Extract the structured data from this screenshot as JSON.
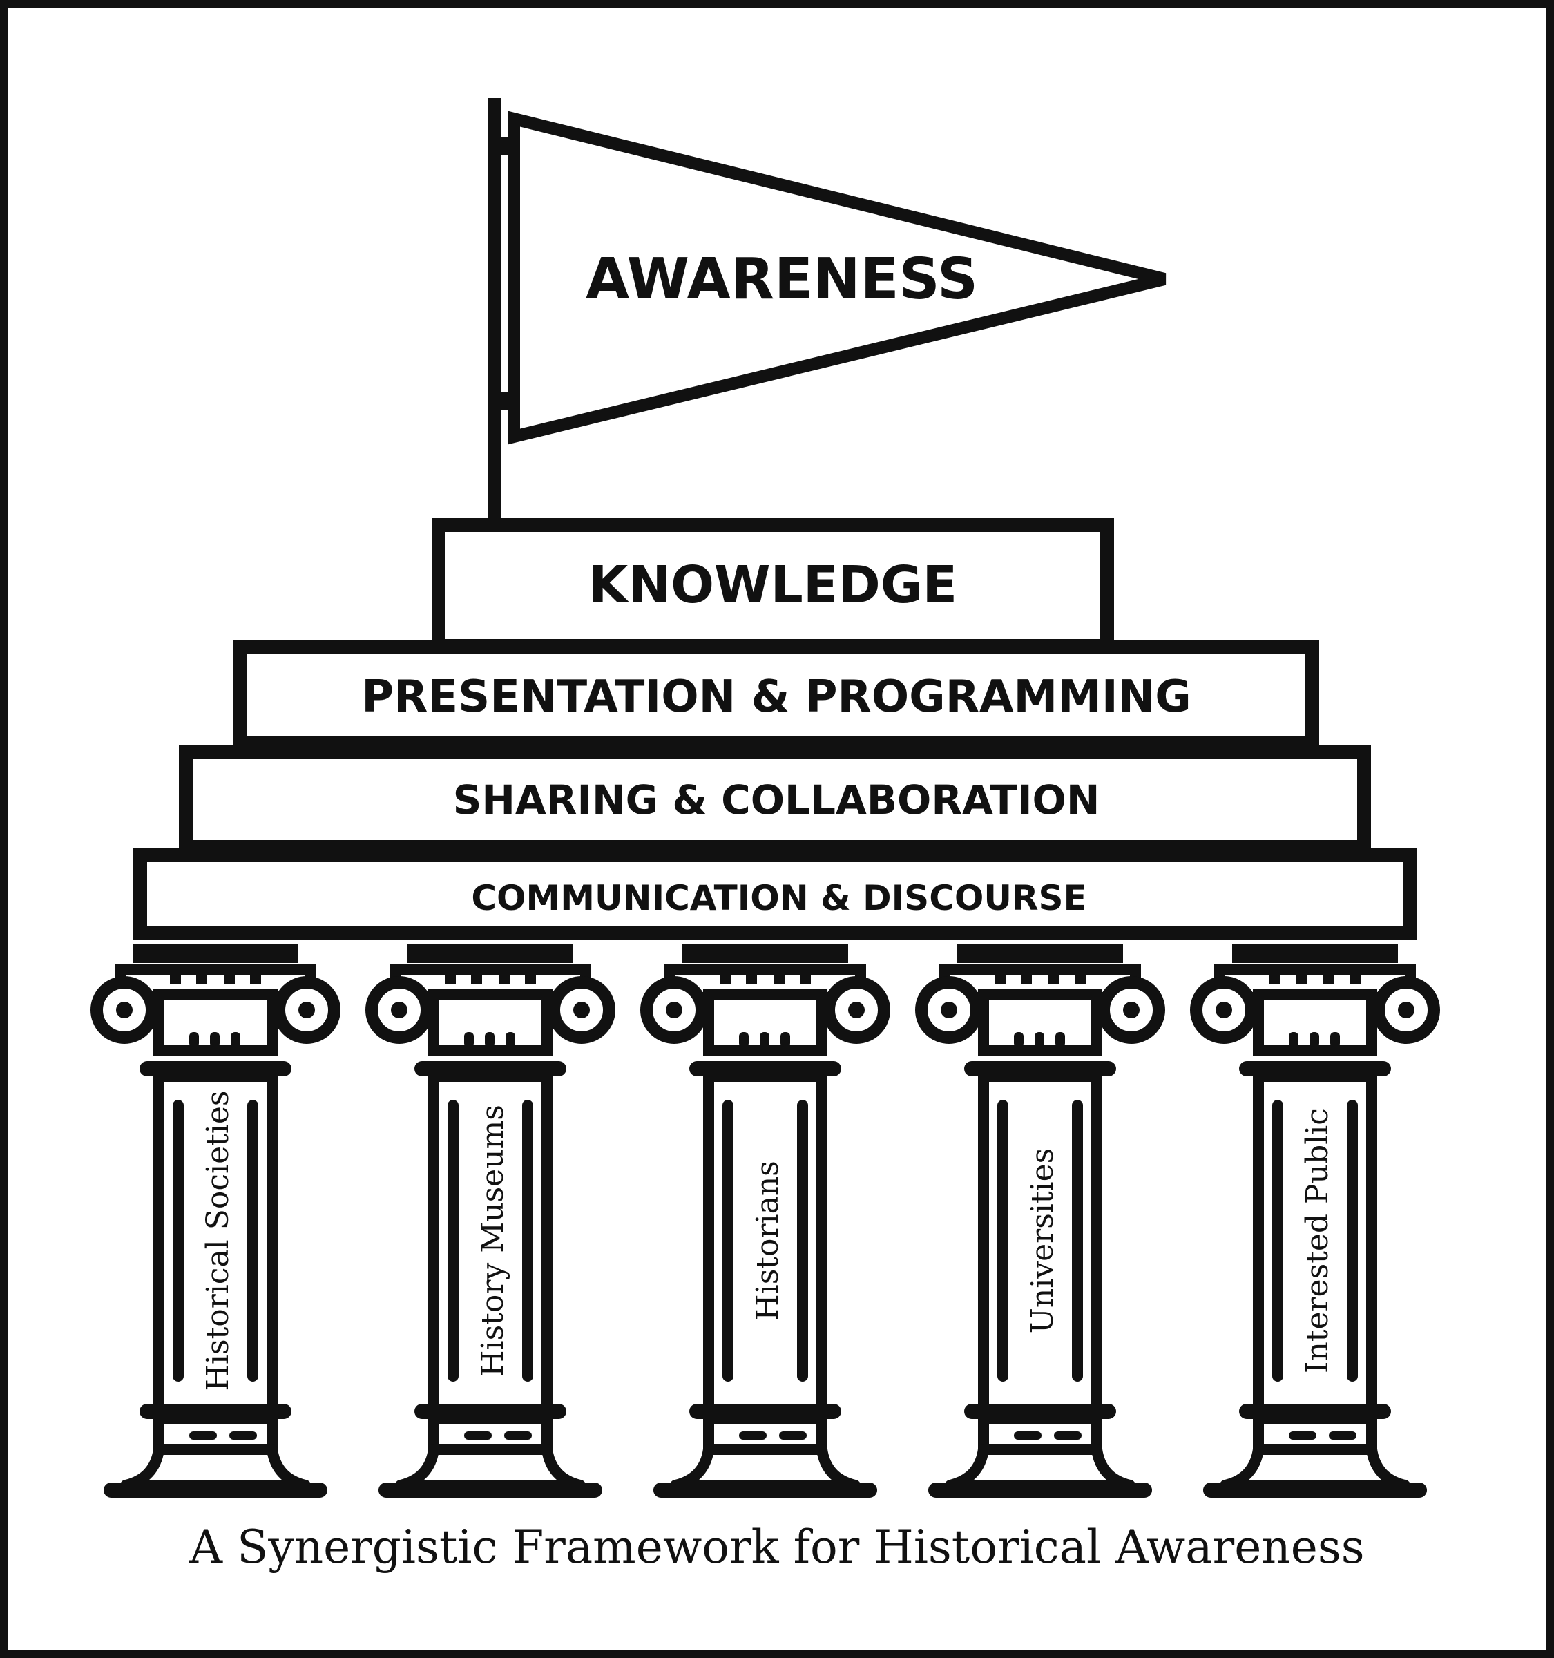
{
  "diagram": {
    "flag": {
      "label": "AWARENESS"
    },
    "tiers": {
      "knowledge": "KNOWLEDGE",
      "presentation": "PRESENTATION & PROGRAMMING",
      "sharing": "SHARING & COLLABORATION",
      "communication": "COMMUNICATION & DISCOURSE"
    },
    "pillars": [
      {
        "label": "Historical Societies"
      },
      {
        "label": "History Museums"
      },
      {
        "label": "Historians"
      },
      {
        "label": "Universities"
      },
      {
        "label": "Interested Public"
      }
    ],
    "caption": "A Synergistic Framework for Historical Awareness"
  }
}
